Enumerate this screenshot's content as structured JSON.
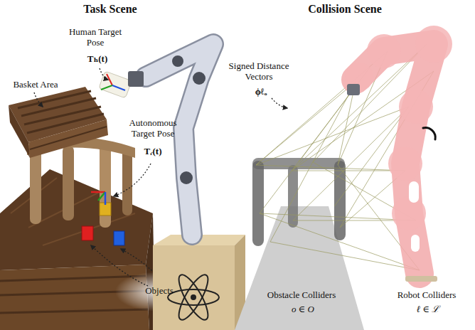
{
  "diagram": {
    "labels": [
      "Task Scene",
      "Collision Scene",
      "Human Target Pose",
      "Tₕ(t)",
      "Basket Area",
      "Autonomous Target Pose",
      "Tᵣ(t)",
      "Objects",
      "Signed Distance Vectors",
      "ϕℓₒ",
      "Obstacle Colliders",
      "o ∈ O",
      "Robot Colliders",
      "ℓ ∈ ℒ"
    ]
  }
}
